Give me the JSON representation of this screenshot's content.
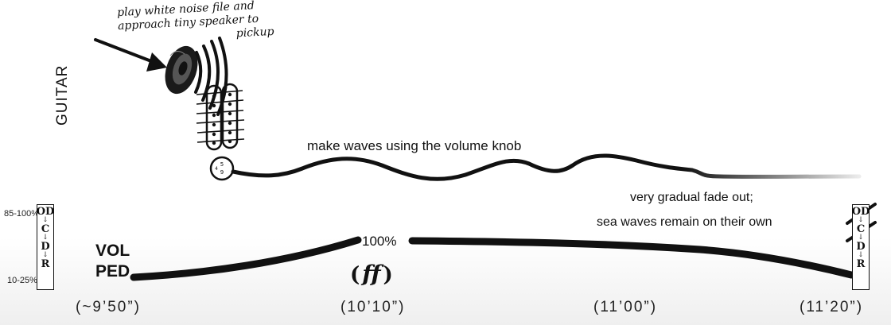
{
  "handwritten_note": [
    "play white noise file and",
    "approach tiny speaker to",
    "pickup"
  ],
  "instrument_label": "GUITAR",
  "knob_instruction": "make waves using the volume knob",
  "fade_instruction": "very gradual fade out;",
  "sea_instruction": "sea waves remain on their own",
  "volume_pedal": {
    "label_line1": "VOL",
    "label_line2": "PED",
    "peak_value": "100%",
    "dynamic_prefix": "(",
    "dynamic": "ff",
    "dynamic_suffix": ")",
    "range_top": "85-100%",
    "range_bottom": "10-25%",
    "level_points": [
      0.12,
      1.0,
      0.1
    ]
  },
  "signal_chain_left": [
    "OD",
    "C",
    "D",
    "R"
  ],
  "signal_chain_right": [
    "OD",
    "C",
    "D",
    "R"
  ],
  "signal_chain_right_struck": [
    "OD",
    "C"
  ],
  "timeline": [
    "(~9’50”)",
    "(10’10”)",
    "(11’00”)",
    "(11’20”)"
  ],
  "colors": {
    "ink": "#111111",
    "background": "#ffffff",
    "wave_fade": "#cccccc"
  },
  "icons": [
    "arrow-icon",
    "speaker-icon",
    "sound-waves-icon",
    "pickup-icon",
    "volume-knob-icon"
  ]
}
